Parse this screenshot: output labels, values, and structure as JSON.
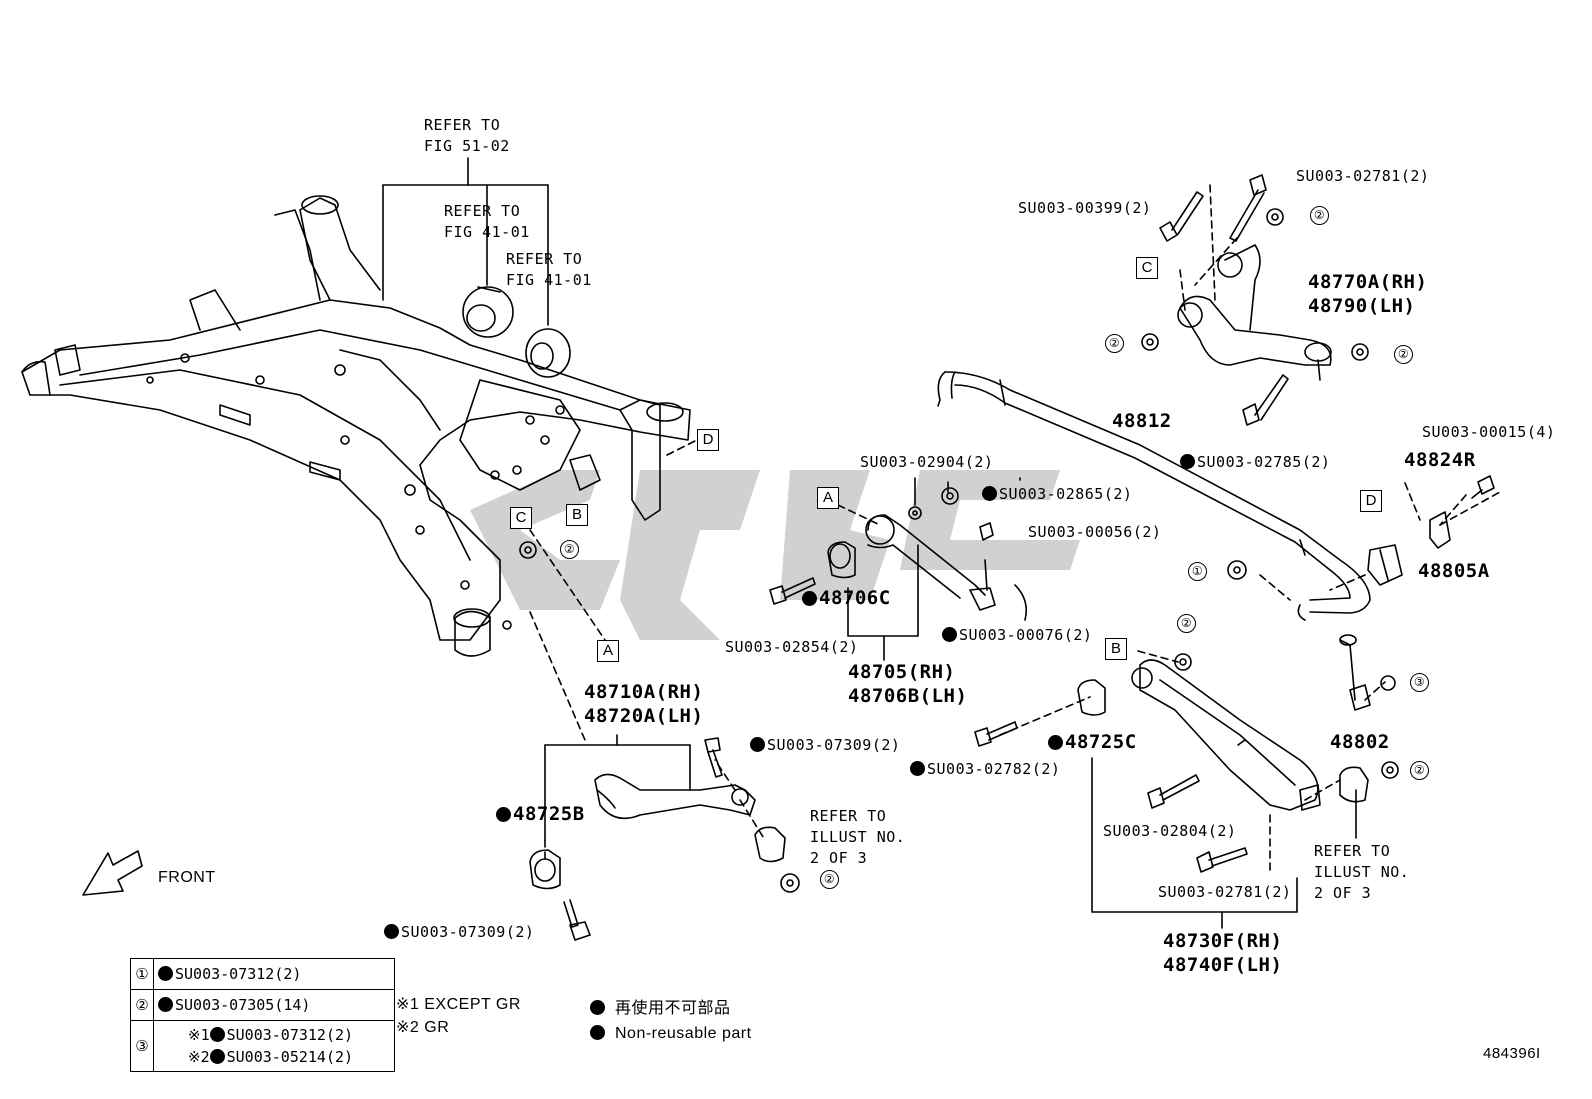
{
  "refer_notes": [
    {
      "line1": "REFER TO",
      "line2": "FIG 51-02"
    },
    {
      "line1": "REFER TO",
      "line2": "FIG 41-01"
    },
    {
      "line1": "REFER TO",
      "line2": "FIG 41-01"
    }
  ],
  "boxes": [
    "C",
    "A",
    "B",
    "D",
    "C",
    "B",
    "A",
    "D"
  ],
  "circle_marks": [
    "①",
    "②",
    "③"
  ],
  "labels": {
    "su_02781_top": "SU003-02781(2)",
    "su_00399": "SU003-00399(2)",
    "p48770a": "48770A(RH)",
    "p48790": "48790(LH)",
    "p48812": "48812",
    "su_02785": "SU003-02785(2)",
    "su_00015": "SU003-00015(4)",
    "p48824r": "48824R",
    "p48805a": "48805A",
    "su_02904": "SU003-02904(2)",
    "su_02865": "SU003-02865(2)",
    "su_00056": "SU003-00056(2)",
    "p48706c": "48706C",
    "su_02854": "SU003-02854(2)",
    "su_00076": "SU003-00076(2)",
    "p48705": "48705(RH)",
    "p48706b": "48706B(LH)",
    "p48710a": "48710A(RH)",
    "p48720a": "48720A(LH)",
    "su_07309_a": "SU003-07309(2)",
    "p48725b": "48725B",
    "su_07309_b": "SU003-07309(2)",
    "p48725c": "48725C",
    "su_02782": "SU003-02782(2)",
    "su_02804": "SU003-02804(2)",
    "su_02781_bottom": "SU003-02781(2)",
    "p48730f": "48730F(RH)",
    "p48740f": "48740F(LH)",
    "p48802": "48802",
    "refer_illust_1": "REFER TO",
    "refer_illust_2": "ILLUST NO.",
    "refer_illust_3": "2 OF 3",
    "front": "FRONT",
    "figure_id": "484396I"
  },
  "legend": [
    {
      "mark": "①",
      "value": "SU003-07312(2)"
    },
    {
      "mark": "②",
      "value": "SU003-07305(14)"
    },
    {
      "mark": "③",
      "line1_prefix": "※1",
      "line1_value": "SU003-07312(2)",
      "line2_prefix": "※2",
      "line2_value": "SU003-05214(2)"
    }
  ],
  "footnotes": {
    "gr1": "※1 EXCEPT GR",
    "gr2": "※2 GR",
    "nonreuse_jp": "再使用不可部品",
    "nonreuse_en": "Non-reusable part"
  },
  "colors": {
    "line": "#000000",
    "watermark": "#c8c8c8",
    "background": "#ffffff"
  }
}
